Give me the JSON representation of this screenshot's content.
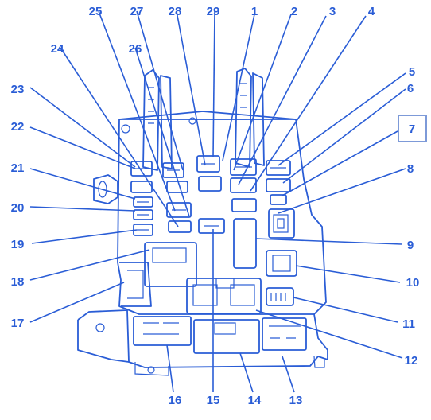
{
  "diagram": {
    "callouts": [
      "1",
      "2",
      "3",
      "4",
      "5",
      "6",
      "7",
      "8",
      "9",
      "10",
      "11",
      "12",
      "13",
      "14",
      "15",
      "16",
      "17",
      "18",
      "19",
      "20",
      "21",
      "22",
      "23",
      "24",
      "25",
      "26",
      "27",
      "28",
      "29"
    ],
    "highlighted_callout": "7",
    "colors": {
      "line": "#2a5dd6",
      "highlight_border": "#7d9ad8",
      "background": "#ffffff"
    }
  }
}
